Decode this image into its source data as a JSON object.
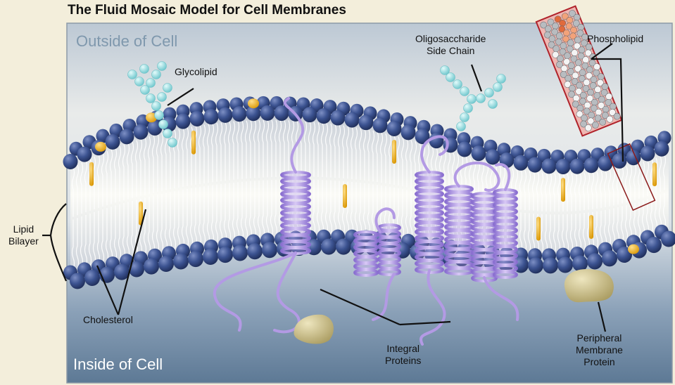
{
  "title": "The Fluid Mosaic Model for Cell Membranes",
  "regions": {
    "outside": "Outside of Cell",
    "inside": "Inside of Cell"
  },
  "labels": {
    "glycolipid": "Glycolipid",
    "oligosaccharide_line1": "Oligosaccharide",
    "oligosaccharide_line2": "Side Chain",
    "phospholipid": "Phospholipid",
    "lipid_bilayer_line1": "Lipid",
    "lipid_bilayer_line2": "Bilayer",
    "cholesterol": "Cholesterol",
    "integral_line1": "Integral",
    "integral_line2": "Proteins",
    "peripheral_line1": "Peripheral",
    "peripheral_line2": "Membrane",
    "peripheral_line3": "Protein"
  },
  "colors": {
    "head": "#3c5391",
    "head_dark": "#22325f",
    "tail": "#ffffff",
    "cholesterol": "#f0b420",
    "protein": "#b79ee6",
    "protein_dark": "#7e5fc4",
    "sugar": "#9fe3e6",
    "peripheral": "#d6cc9a",
    "outside_text": "#7f98ad",
    "inside_text": "#ffffff"
  }
}
